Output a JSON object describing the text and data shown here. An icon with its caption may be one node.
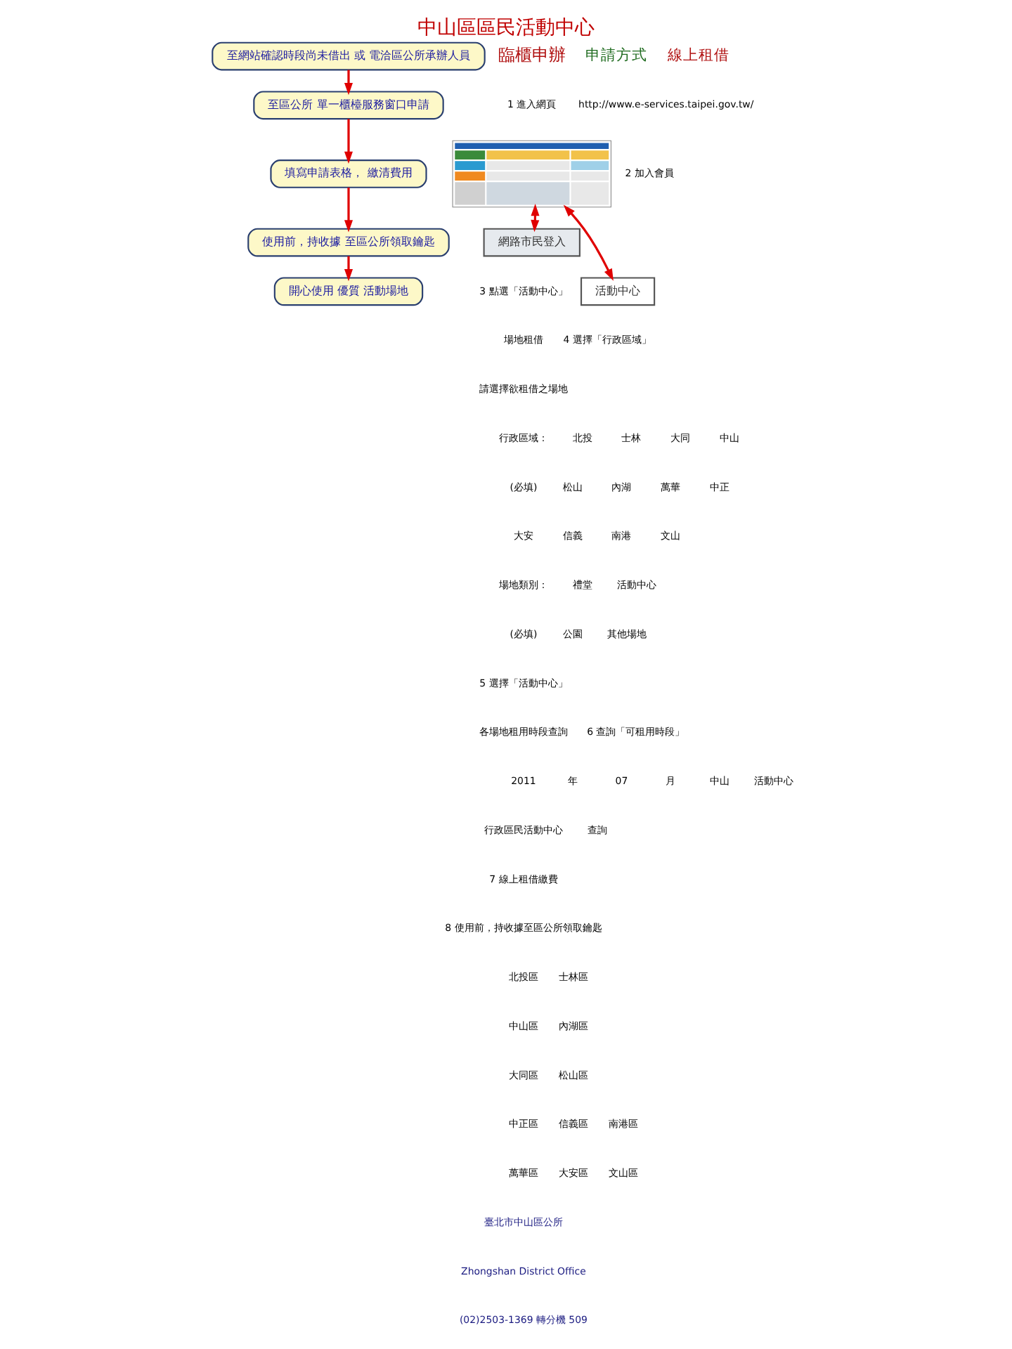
{
  "diagram": {
    "title": "中山區區民活動中心",
    "nodes": [
      {
        "text": [
          "至網站確認時段尚未借出 或 電洽區公所承辦人員"
        ]
      },
      {
        "text": [
          "至區公所 單一櫃檯服務窗口申請"
        ]
      },
      {
        "text": [
          "填寫申請表格， 繳清費用"
        ]
      },
      {
        "text": [
          "使用前，持收據 至區公所領取鑰匙"
        ]
      },
      {
        "text": [
          "開心使用 優質 活動場地"
        ]
      },
      {
        "text": [],
        "shape": "picture"
      },
      {
        "text": [
          "網路市民登入"
        ]
      },
      {
        "text": [
          "活動中心"
        ]
      }
    ],
    "edges": [
      {
        "from": 0,
        "to": 1,
        "arrow": "to"
      },
      {
        "from": 1,
        "to": 2,
        "arrow": "to"
      },
      {
        "from": 2,
        "to": 3,
        "arrow": "to"
      },
      {
        "from": 3,
        "to": 4,
        "arrow": "to"
      },
      {
        "from": 5,
        "to": 6,
        "arrow": "both"
      },
      {
        "from": 5,
        "to": 7,
        "arrow": "both"
      }
    ],
    "labels": [
      "臨櫃申辦",
      "申請方式",
      "線上租借",
      "1 進入網頁",
      "http://www.e-services.taipei.gov.tw/",
      "2 加入會員",
      "3 點選「活動中心」",
      "場地租借",
      "4 選擇「行政區域」",
      "請選擇欲租借之場地",
      "行政區域：",
      "北投",
      "士林",
      "大同",
      "中山",
      "(必填)",
      "松山",
      "內湖",
      "萬華",
      "中正",
      "大安",
      "信義",
      "南港",
      "文山",
      "場地類別：",
      "禮堂",
      "活動中心",
      "(必填)",
      "公園",
      "其他場地",
      "5 選擇「活動中心」",
      "各場地租用時段查詢",
      "6 查詢「可租用時段」",
      "2011",
      "年",
      "07",
      "月",
      "中山",
      "活動中心",
      "行政區民活動中心",
      "查詢",
      "7 線上租借繳費",
      "8 使用前，持收據至區公所領取鑰匙",
      "北投區",
      "士林區",
      "中山區",
      "內湖區",
      "大同區",
      "松山區",
      "中正區",
      "信義區",
      "南港區",
      "萬華區",
      "大安區",
      "文山區",
      "臺北市中山區公所",
      "Zhongshan District Office",
      "(02)2503-1369 轉分機 509"
    ]
  }
}
